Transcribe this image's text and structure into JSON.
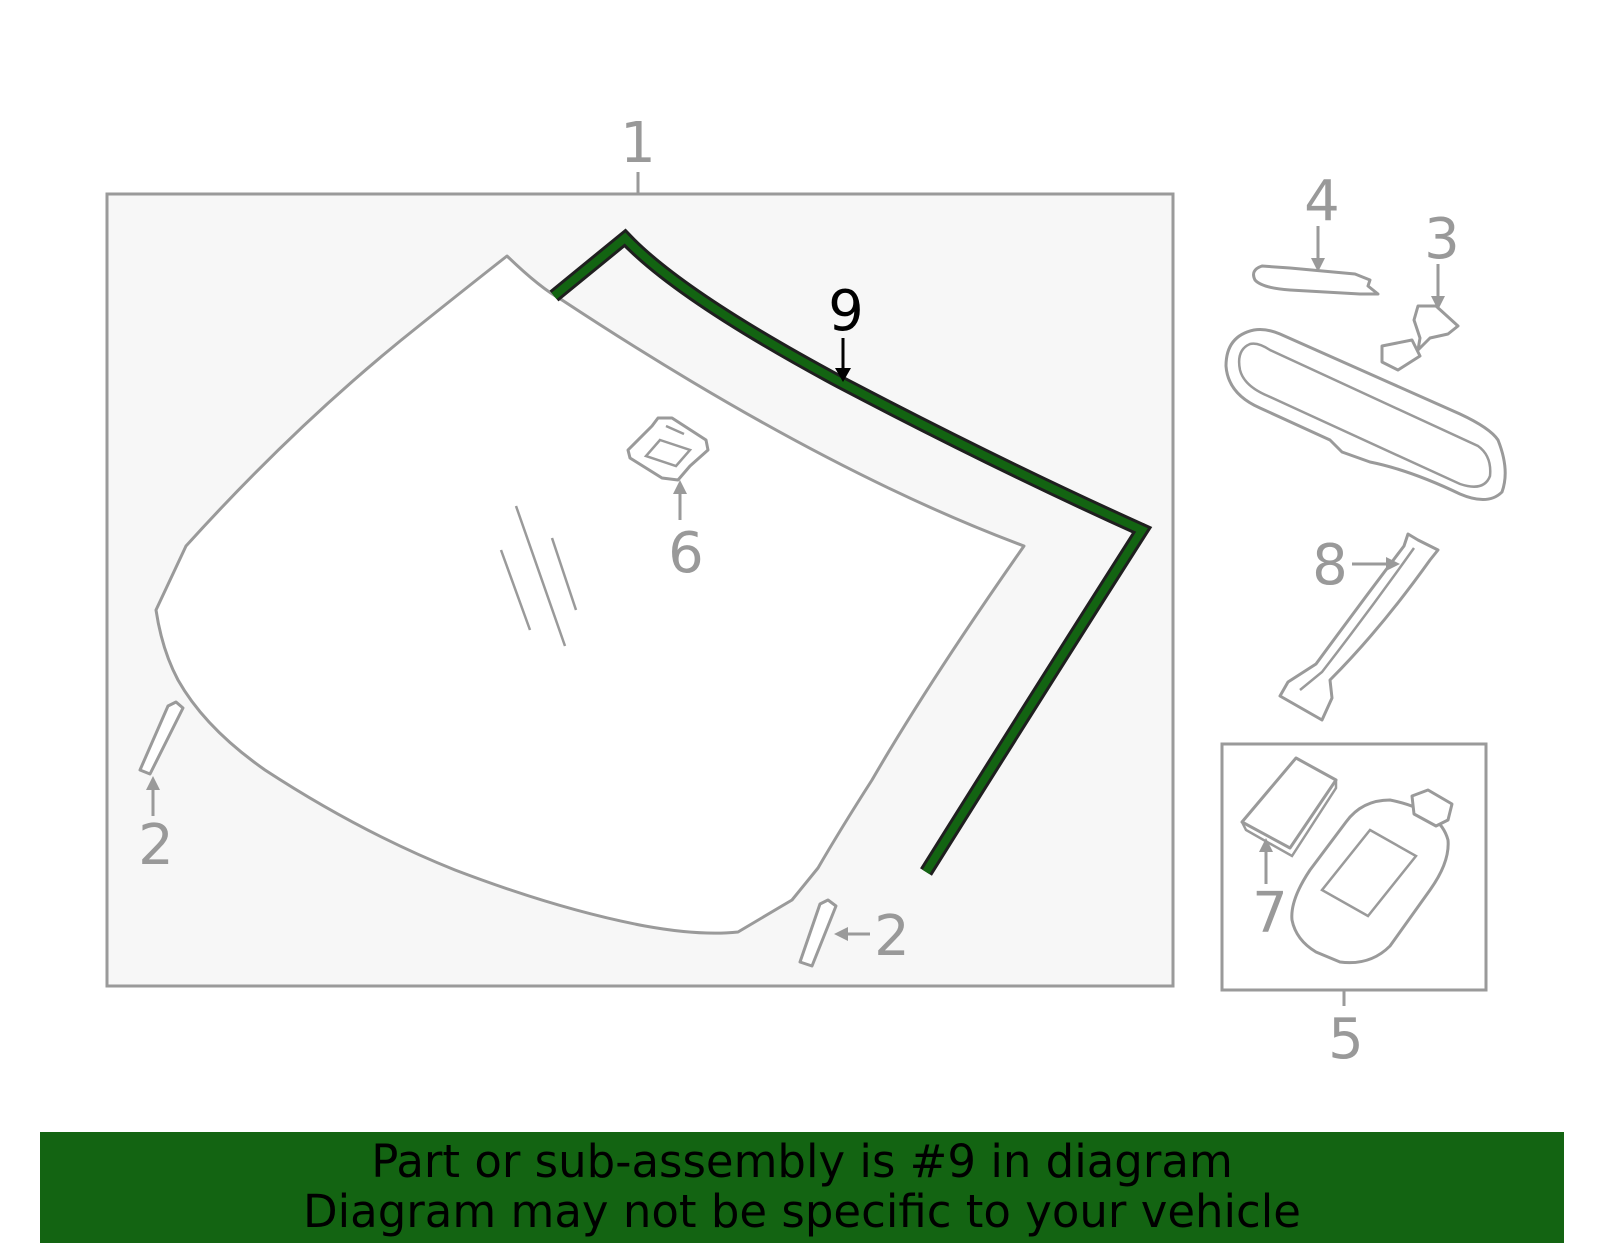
{
  "colors": {
    "highlight": "#136412",
    "banner_background": "#136412",
    "line_gray": "#9a9a9a",
    "panel_fill": "#f7f7f7"
  },
  "callouts": {
    "windshield_assembly": "1",
    "molding_left": "2",
    "molding_right": "2",
    "mirror_mount": "3",
    "mirror_cover": "4",
    "sensor_assembly": "5",
    "bracket": "6",
    "sensor_pad": "7",
    "garnish": "8",
    "weatherstrip": "9"
  },
  "highlighted_part": "9",
  "banner": {
    "line1": "Part or sub-assembly is #9 in diagram",
    "line2": "Diagram may not be specific to your vehicle"
  }
}
